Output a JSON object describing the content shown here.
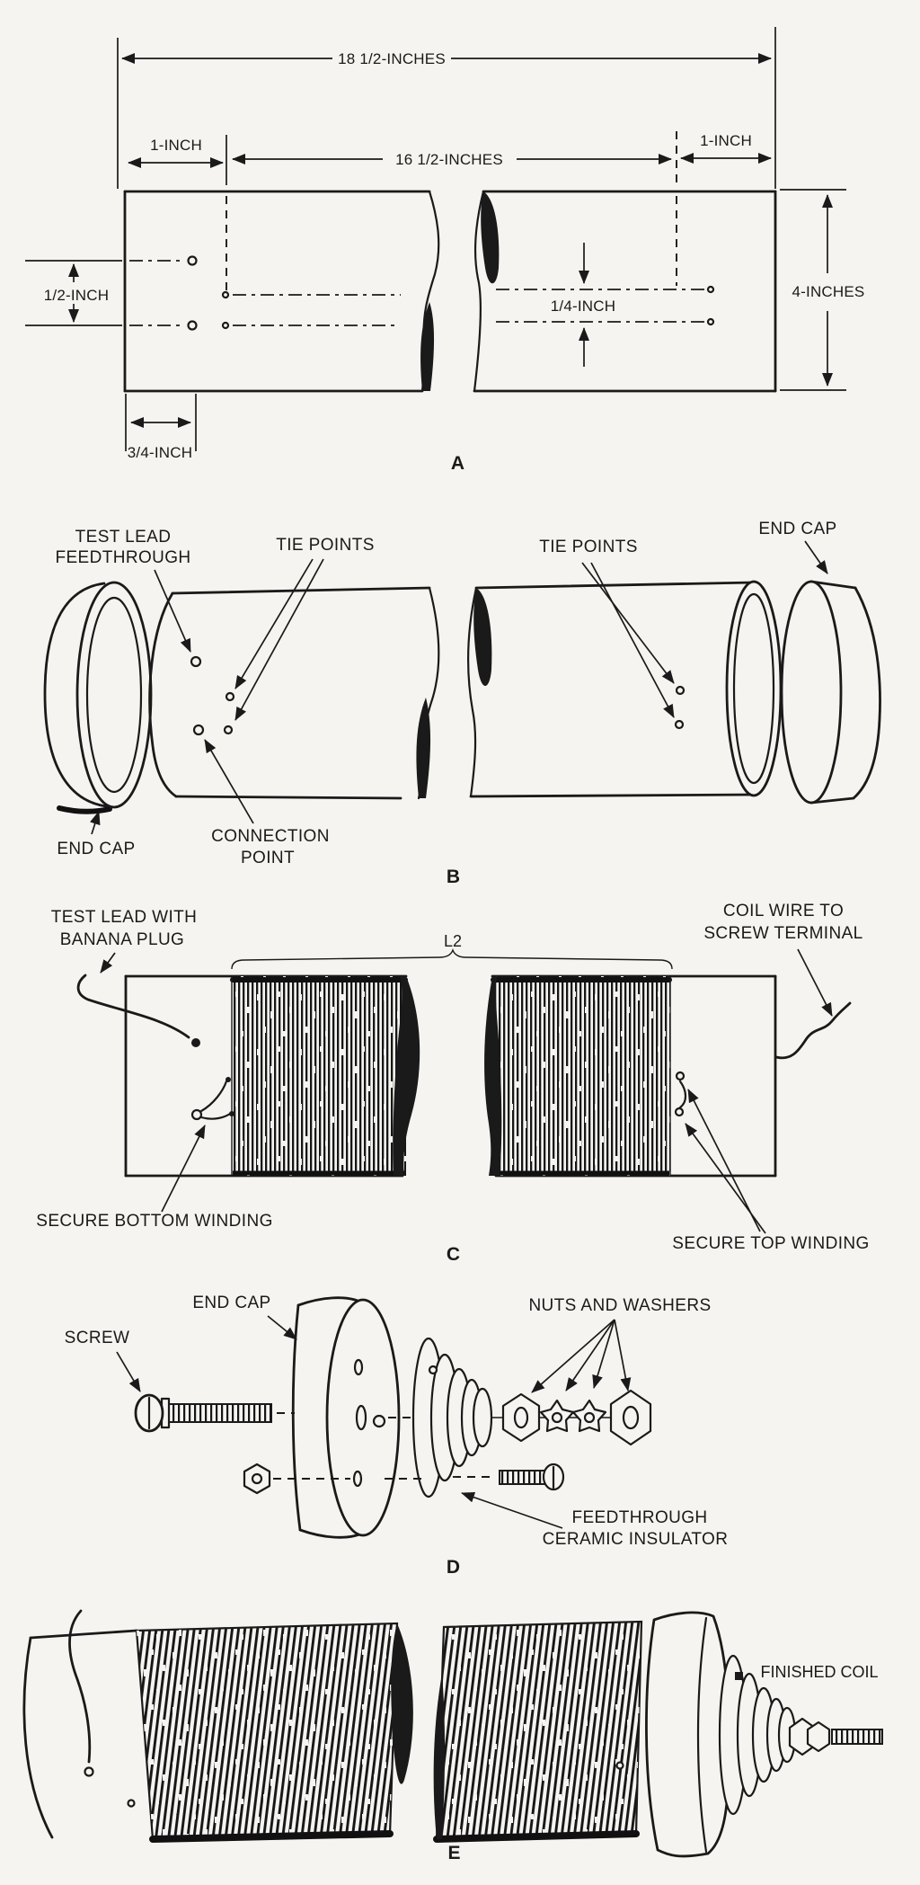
{
  "figure": {
    "panel_a": {
      "caption": "A",
      "dim_overall": "18 1/2-INCHES",
      "dim_left_end": "1-INCH",
      "dim_center": "16 1/2-INCHES",
      "dim_right_end": "1-INCH",
      "dim_diameter": "4-INCHES",
      "dim_half_inch": "1/2-INCH",
      "dim_quarter_inch": "1/4-INCH",
      "dim_three_quarter_inch": "3/4-INCH"
    },
    "panel_b": {
      "caption": "B",
      "test_lead_feedthrough_line1": "TEST LEAD",
      "test_lead_feedthrough_line2": "FEEDTHROUGH",
      "tie_points_left": "TIE POINTS",
      "tie_points_right": "TIE POINTS",
      "end_cap_top_right": "END CAP",
      "end_cap_bottom_left": "END CAP",
      "connection_point_line1": "CONNECTION",
      "connection_point_line2": "POINT"
    },
    "panel_c": {
      "caption": "C",
      "test_lead_line1": "TEST LEAD WITH",
      "test_lead_line2": "BANANA PLUG",
      "inductor_ref": "L2",
      "coil_wire_line1": "COIL WIRE TO",
      "coil_wire_line2": "SCREW TERMINAL",
      "secure_bottom_winding": "SECURE BOTTOM WINDING",
      "secure_top_winding": "SECURE TOP WINDING"
    },
    "panel_d": {
      "caption": "D",
      "screw": "SCREW",
      "end_cap": "END CAP",
      "nuts_and_washers": "NUTS AND WASHERS",
      "insulator_line1": "FEEDTHROUGH",
      "insulator_line2": "CERAMIC INSULATOR"
    },
    "panel_e": {
      "caption": "E",
      "finished_coil": "FINISHED COIL"
    }
  },
  "colors": {
    "ink": "#1a1a1a",
    "paper": "#f5f4f0"
  }
}
